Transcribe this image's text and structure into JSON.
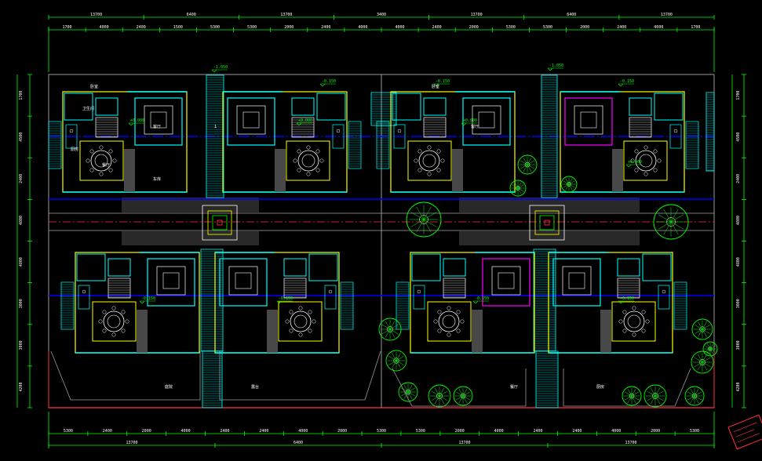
{
  "colors": {
    "background": "#000000",
    "dimension": "#00ff00",
    "wall": "#ffff00",
    "window": "#00ffff",
    "axis": "#0000ff",
    "furniture": "#ffffff",
    "boundary": "#ff3040",
    "accent": "#ff00ff",
    "tree": "#00ff00",
    "gray": "#9a9a9a"
  },
  "dims_top_total": [
    "13700",
    "6400",
    "13700",
    "3400",
    "13700",
    "6400",
    "13700"
  ],
  "dims_top_detail": [
    "1700",
    "4000",
    "2400",
    "1500",
    "5300",
    "5300",
    "2000",
    "2400",
    "4000",
    "4000",
    "2400",
    "2000",
    "5300",
    "5300",
    "2000",
    "2400",
    "4000",
    "1700"
  ],
  "dims_bottom_detail": [
    "5300",
    "2400",
    "2000",
    "4000",
    "2400",
    "2400",
    "4000",
    "2000",
    "5300",
    "5300",
    "2000",
    "4000",
    "2400",
    "2400",
    "4000",
    "2000",
    "5300"
  ],
  "dims_bottom_total": [
    "13700",
    "6400",
    "13700",
    "13700"
  ],
  "dims_left": [
    "1700",
    "4500",
    "2400",
    "4800",
    "4800",
    "3000",
    "3000",
    "4200"
  ],
  "dims_right": [
    "1700",
    "4500",
    "2400",
    "4800",
    "4800",
    "3000",
    "3000",
    "4200"
  ],
  "elevations": [
    "-1.050",
    "-0.150",
    "-0.150",
    "-0.150",
    "-1.050",
    "+0.000",
    "+0.000",
    "+0.000",
    "+0.000",
    "-0.150",
    "-0.150",
    "-0.150",
    "-0.150"
  ],
  "room_labels": [
    "卧室",
    "客厅",
    "餐厅",
    "厨房",
    "卫生间",
    "车库",
    "庭院",
    "露台"
  ],
  "grid_mark": "1"
}
